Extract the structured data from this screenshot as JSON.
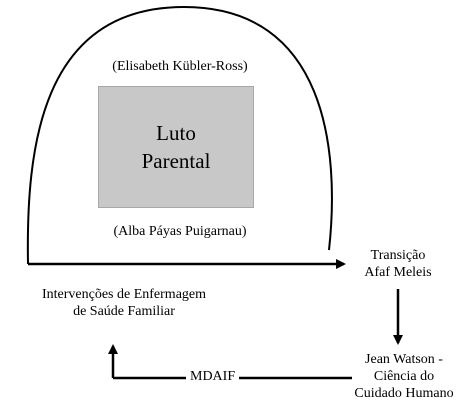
{
  "center_box": {
    "line1": "Luto",
    "line2": "Parental"
  },
  "labels": {
    "top_author": "(Elisabeth Kübler-Ross)",
    "bottom_author": "(Alba Páyas Puigarnau)",
    "transicao_line1": "Transição",
    "transicao_line2": "Afaf Meleis",
    "intervencoes_line1": "Intervenções de Enfermagem",
    "intervencoes_line2": "de Saúde Familiar",
    "watson_line1": "Jean Watson -",
    "watson_line2": "Ciência do",
    "watson_line3": "Cuidado Humano",
    "mdaif": "MDAIF"
  },
  "colors": {
    "line": "#000000",
    "box_fill": "#c8c8c8",
    "background": "#ffffff"
  }
}
